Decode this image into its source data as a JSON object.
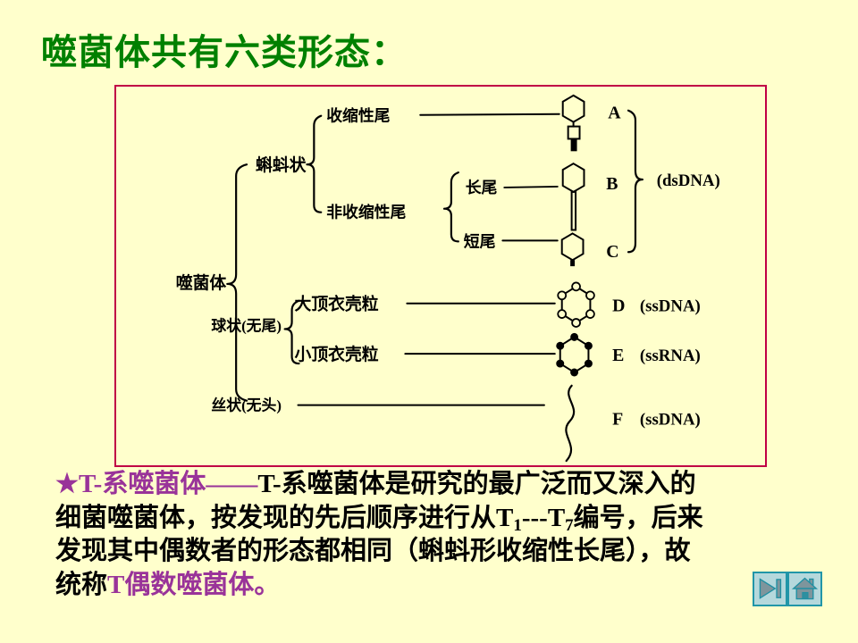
{
  "slide_title": "噬菌体共有六类形态：",
  "colors": {
    "background": "#FFFFCC",
    "box_border": "#C00045",
    "title_green": "#008000",
    "highlight_purple": "#993399",
    "diagram_ink": "#000000",
    "nav_border": "#2196A8",
    "nav_background": "#B5D8DC",
    "nav_icon_gray": "#7E959C"
  },
  "diagram": {
    "root": "噬菌体",
    "tadpole": {
      "label": "蝌蚪状",
      "contractile_tail": "收缩性尾",
      "noncontractile_tail": "非收缩性尾",
      "long_tail": "长尾",
      "short_tail": "短尾"
    },
    "spherical": {
      "label": "球状(无尾)",
      "large_capsomere": "大顶衣壳粒",
      "small_capsomere": "小顶衣壳粒"
    },
    "filamentous": {
      "label": "丝状(无头)"
    },
    "letters": {
      "a": "A",
      "b": "B",
      "c": "C",
      "d": "D",
      "e": "E",
      "f": "F"
    },
    "genomes": {
      "abc": "(dsDNA)",
      "d": "(ssDNA)",
      "e": "(ssRNA)",
      "f": "(ssDNA)"
    }
  },
  "paragraph": {
    "highlight_lead": "★T-系噬菌体——",
    "line1_rest": "T-系噬菌体是研究的最广泛而又深入的",
    "line2_pre": "细菌噬菌体，按发现的先后顺序进行从T",
    "sub_start": "1",
    "line2_mid": "---T",
    "sub_end": "7",
    "line2_post": "编号，后来",
    "line3": "发现其中偶数者的形态都相同（蝌蚪形收缩性长尾），故",
    "line4_pre": "统称",
    "line4_highlight": "T偶数噬菌体。"
  },
  "nav": {
    "buttons": [
      {
        "name": "next-slide",
        "icon": "skip-forward-icon"
      },
      {
        "name": "home",
        "icon": "home-icon"
      }
    ]
  }
}
